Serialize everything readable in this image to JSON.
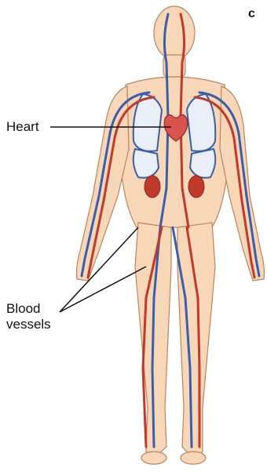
{
  "figure": {
    "panel_letter": "c",
    "labels": {
      "heart": "Heart",
      "vessels_line1": "Blood",
      "vessels_line2": "vessels"
    }
  },
  "colors": {
    "skin": "#f8d6b8",
    "skin_outline": "#b98461",
    "artery": "#c1392b",
    "vein": "#3a5fa8",
    "heart": "#d9534f",
    "leader_line": "#111111"
  },
  "icons": {
    "body": "human-body-silhouette",
    "heart": "heart-organ-icon",
    "lungs": "lung-capillaries-icon"
  }
}
